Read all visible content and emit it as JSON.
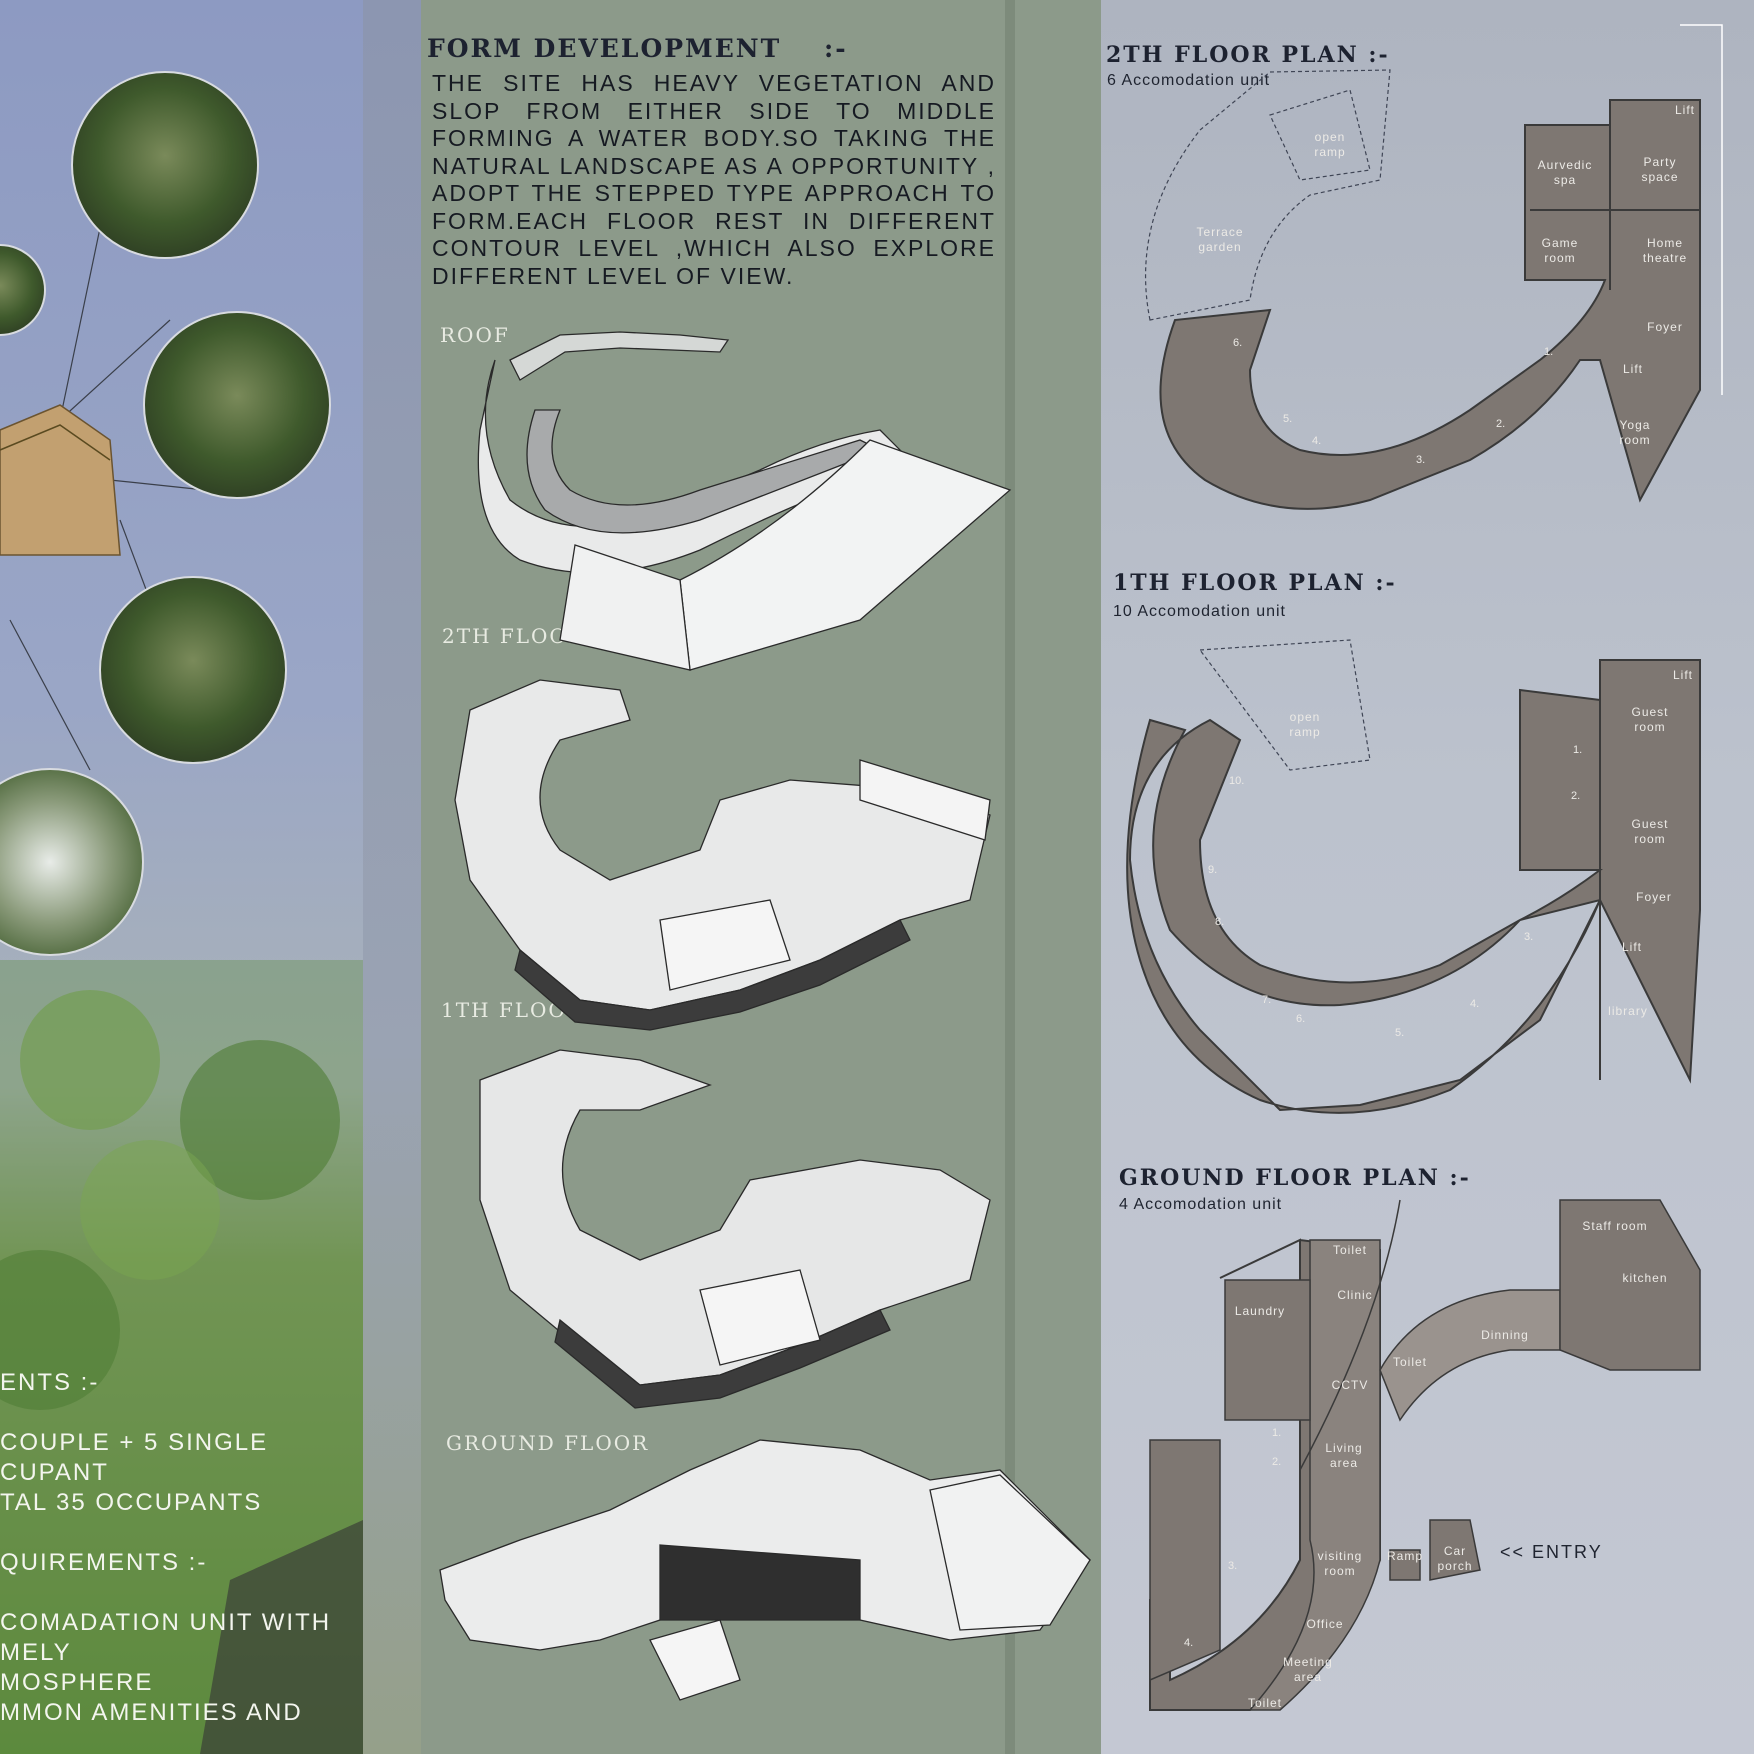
{
  "form_development": {
    "title": "FORM DEVELOPMENT",
    "suffix": ":-",
    "description": "THE SITE HAS HEAVY VEGETATION AND SLOP FROM EITHER SIDE TO MIDDLE FORMING A WATER BODY.SO TAKING THE NATURAL LANDSCAPE AS A OPPORTUNITY , ADOPT THE STEPPED TYPE APPROACH TO FORM.EACH FLOOR REST IN DIFFERENT CONTOUR LEVEL ,WHICH ALSO EXPLORE DIFFERENT LEVEL OF VIEW.",
    "stages": [
      "ROOF",
      "2TH FLOOR",
      "1TH FLOOR",
      "GROUND FLOOR"
    ]
  },
  "left_panel": {
    "lines": [
      "ENTS :-",
      "COUPLE + 5 SINGLE",
      "CUPANT",
      "TAL 35 OCCUPANTS",
      "QUIREMENTS :-",
      "COMADATION UNIT WITH",
      "MELY",
      "MOSPHERE",
      "MMON AMENITIES AND"
    ]
  },
  "plans": {
    "second": {
      "title": "2TH FLOOR PLAN :-",
      "subtitle": "6 Accomodation unit",
      "rooms": [
        "open ramp",
        "Terrace garden",
        "Aurvedic spa",
        "Party space",
        "Game room",
        "Home theatre",
        "Lift",
        "Foyer",
        "Lift",
        "Yoga room"
      ],
      "units": [
        "1.",
        "2.",
        "3.",
        "4.",
        "5.",
        "6."
      ]
    },
    "first": {
      "title": "1TH FLOOR PLAN :-",
      "subtitle": "10 Accomodation unit",
      "rooms": [
        "open ramp",
        "Lift",
        "Guest room",
        "Guest room",
        "Foyer",
        "Lift",
        "library"
      ],
      "units": [
        "1.",
        "2.",
        "3.",
        "4.",
        "5.",
        "6.",
        "7.",
        "8.",
        "9.",
        "10."
      ]
    },
    "ground": {
      "title": "GROUND FLOOR PLAN :-",
      "subtitle": "4 Accomodation unit",
      "rooms": [
        "Toilet",
        "Staff room",
        "kitchen",
        "Laundry",
        "Clinic",
        "Dinning",
        "Toilet",
        "CCTV",
        "Living area",
        "visiting room",
        "Ramp",
        "Car porch",
        "Office",
        "Meeting area",
        "Toilet"
      ],
      "units": [
        "1.",
        "2.",
        "3.",
        "4."
      ],
      "entry": "<< ENTRY"
    }
  }
}
